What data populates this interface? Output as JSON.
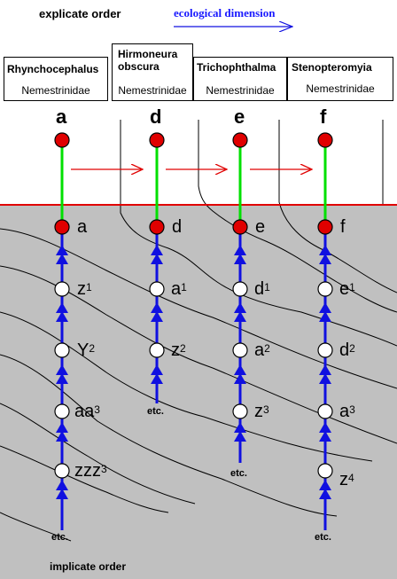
{
  "header": {
    "explicate": "explicate order",
    "ecological": "ecological dimension"
  },
  "taxa": [
    {
      "name": "Rhynchocephalus",
      "family": "Nemestrinidae"
    },
    {
      "name": "Hirmoneura obscura",
      "family": "Nemestrinidae"
    },
    {
      "name": "Trichophthalma",
      "family": "Nemestrinidae"
    },
    {
      "name": "Stenopteromyia",
      "family": "Nemestrinidae"
    }
  ],
  "columns": [
    "a",
    "d",
    "e",
    "f"
  ],
  "surface_labels": [
    "a",
    "d",
    "e",
    "f"
  ],
  "ancestors": {
    "a": [
      {
        "base": "z",
        "sup": "1"
      },
      {
        "base": "Y",
        "sup": "2"
      },
      {
        "base": "aa",
        "sup": "3"
      },
      {
        "base": "zzz",
        "sup": "3"
      }
    ],
    "d": [
      {
        "base": "a",
        "sup": "1"
      },
      {
        "base": "z",
        "sup": "2"
      }
    ],
    "e": [
      {
        "base": "d",
        "sup": "1"
      },
      {
        "base": "a",
        "sup": "2"
      },
      {
        "base": "z",
        "sup": "3"
      }
    ],
    "f": [
      {
        "base": "e",
        "sup": "1"
      },
      {
        "base": "d",
        "sup": "2"
      },
      {
        "base": "a",
        "sup": "3"
      },
      {
        "base": "z",
        "sup": "4"
      }
    ]
  },
  "etc": [
    "etc.",
    "etc.",
    "etc.",
    "etc."
  ],
  "footer": {
    "implicate": "implicate order"
  },
  "colors": {
    "explicate_background": "#ffffff",
    "implicate_background": "#c0c0c0",
    "surface_line": "#e00000",
    "ecological_arrow": "#1010e0",
    "lineage": "#1010e0",
    "stem": "#00e000",
    "extant_node": "#e00000",
    "ancestor_node": "#ffffff"
  }
}
